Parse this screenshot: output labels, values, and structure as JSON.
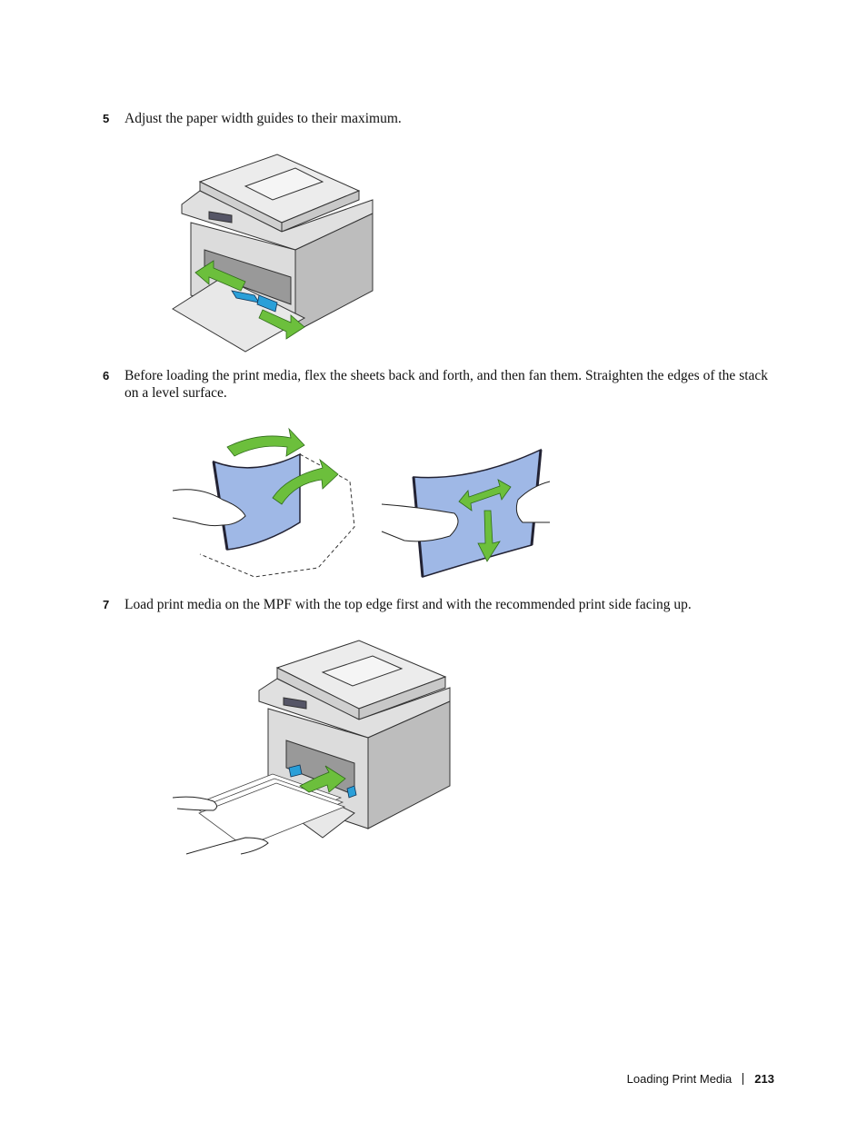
{
  "steps": [
    {
      "number": "5",
      "text": "Adjust the paper width guides to their maximum."
    },
    {
      "number": "6",
      "text": "Before loading the print media, flex the sheets back and forth, and then fan them. Straighten the edges of the stack on a level surface."
    },
    {
      "number": "7",
      "text": "Load print media on the MPF with the top edge first and with the recommended print side facing up."
    }
  ],
  "footer": {
    "section": "Loading Print Media",
    "page": "213"
  },
  "colors": {
    "arrow_green": "#6cbf3c",
    "paper_blue": "#9fb8e6",
    "guide_blue": "#2a9fd8",
    "printer_gray": "#d8d8d8"
  }
}
